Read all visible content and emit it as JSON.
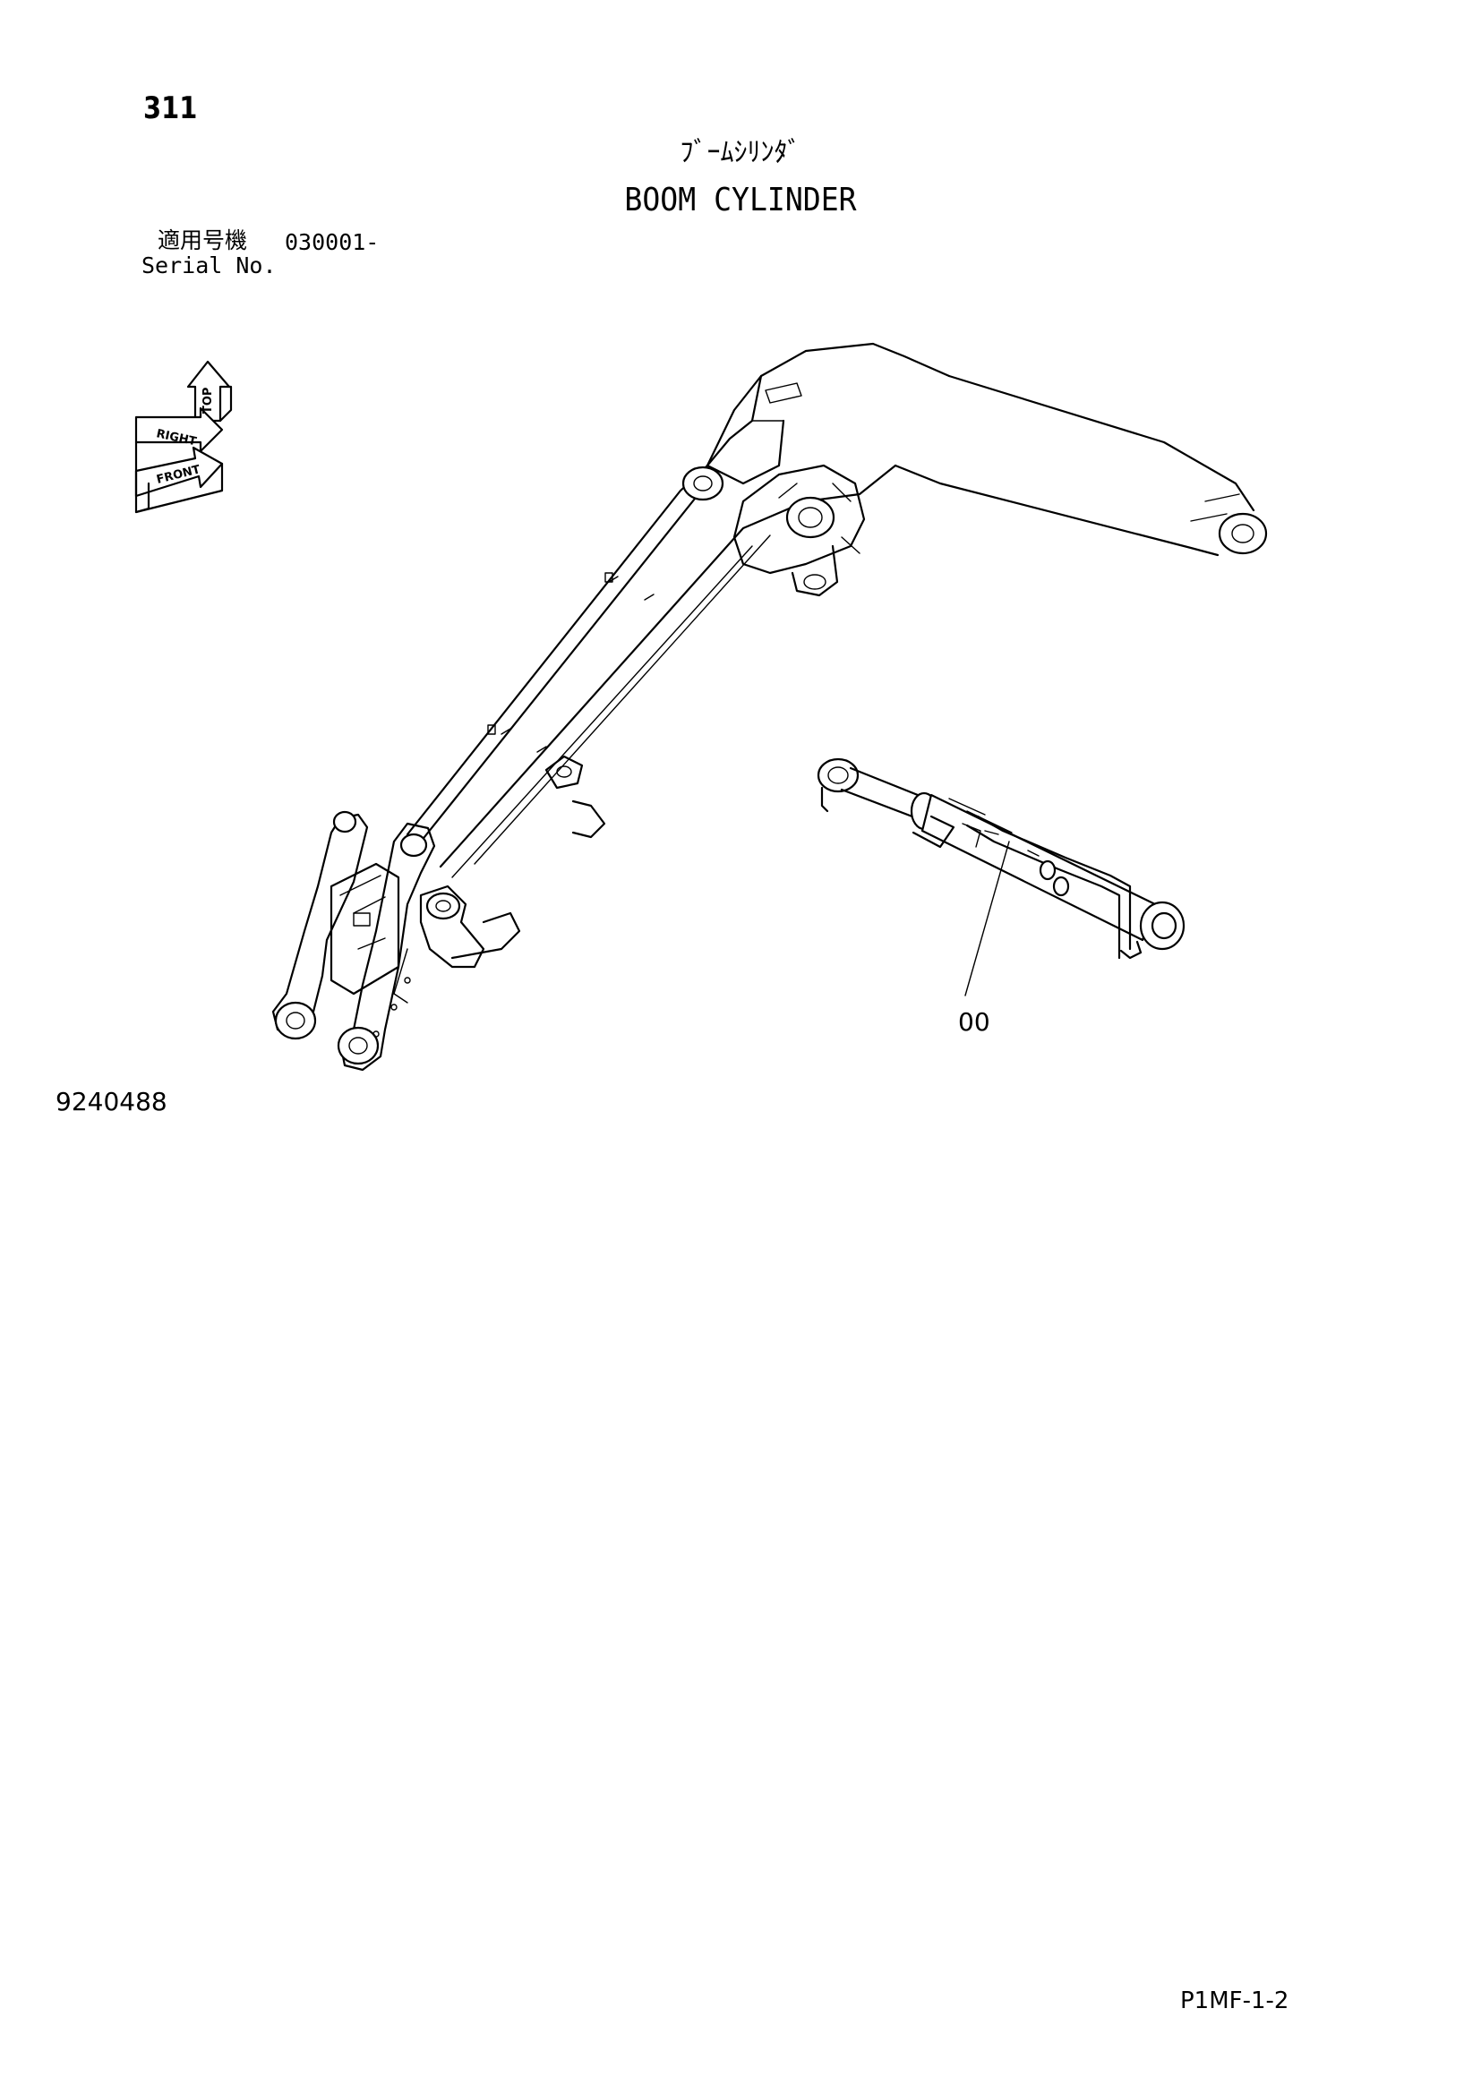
{
  "header": {
    "page_number": "311",
    "title_jp": "ﾌﾞｰﾑｼﾘﾝﾀﾞ",
    "title_en": "BOOM CYLINDER"
  },
  "serial": {
    "label_jp": "適用号機",
    "value": "030001-",
    "label_en": "Serial No."
  },
  "orientation_indicator": {
    "top": "TOP",
    "right": "RIGHT",
    "front": "FRONT"
  },
  "drawing_number": "9240488",
  "callouts": [
    {
      "label": "00",
      "part": "boom-cylinder"
    }
  ],
  "footer": {
    "page_code": "P1MF-1-2"
  }
}
